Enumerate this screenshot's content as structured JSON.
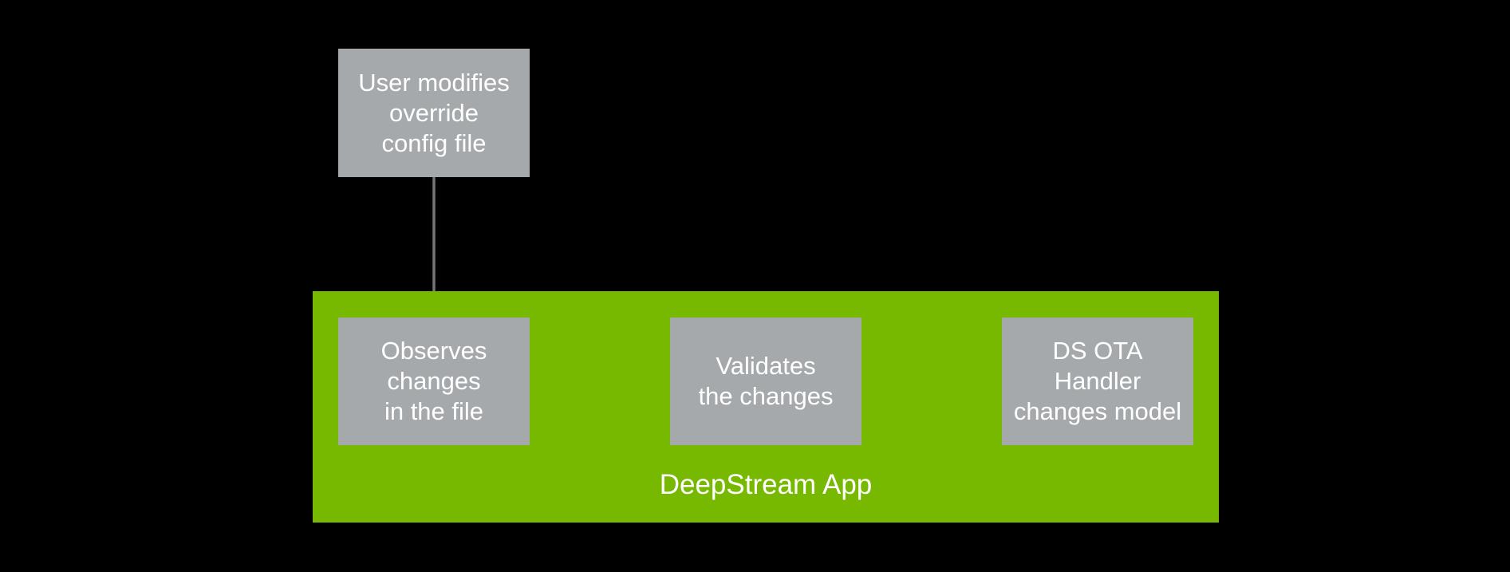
{
  "colors": {
    "background": "#000000",
    "green": "#76b900",
    "box_gray": "#a6a9ab",
    "arrow_gray": "#747678",
    "text": "#ffffff"
  },
  "diagram": {
    "top_box": {
      "lines": [
        "User modifies",
        "override",
        "config file"
      ]
    },
    "container": {
      "label": "DeepStream App"
    },
    "steps": [
      {
        "lines": [
          "Observes",
          "changes",
          "in the file"
        ]
      },
      {
        "lines": [
          "Validates",
          "the changes"
        ]
      },
      {
        "lines": [
          "DS OTA",
          "Handler",
          "changes model"
        ]
      }
    ]
  }
}
